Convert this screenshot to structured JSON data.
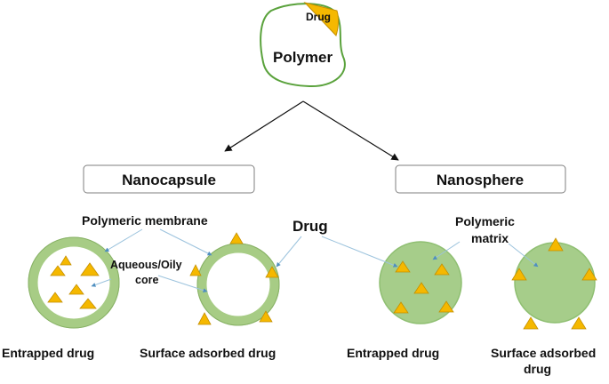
{
  "top": {
    "drug": "Drug",
    "polymer": "Polymer"
  },
  "boxes": {
    "nanocapsule": "Nanocapsule",
    "nanosphere": "Nanosphere"
  },
  "labels": {
    "polymeric_membrane": "Polymeric membrane",
    "drug": "Drug",
    "polymeric_matrix_1": "Polymeric",
    "polymeric_matrix_2": "matrix",
    "core_1": "Aqueous/Oily",
    "core_2": "core"
  },
  "captions": {
    "entrapped_1": "Entrapped  drug",
    "surface_1": "Surface adsorbed drug",
    "entrapped_2": "Entrapped  drug",
    "surface_2_line1": "Surface adsorbed",
    "surface_2_line2": "drug"
  },
  "colors": {
    "drug_fill": "#f5b800",
    "drug_stroke": "#c48f00",
    "membrane": "#a7cc85",
    "membrane_edge": "#86b064",
    "sphere_fill": "#a6cd8a",
    "polymer_outline": "#5aa23c",
    "pointer": "#9cc3dd",
    "box_border": "#7f7f7f"
  }
}
